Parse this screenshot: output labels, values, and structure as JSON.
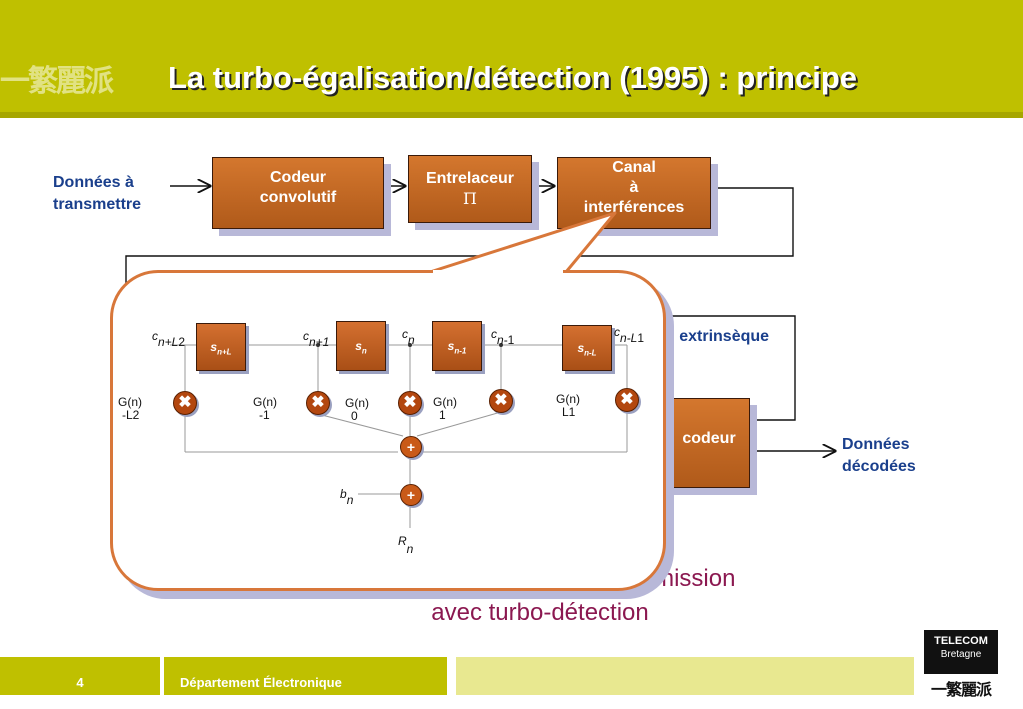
{
  "slide": {
    "title": "La turbo-égalisation/détection (1995) : principe",
    "header_glyphs": "一繁麗派",
    "subtitle_line1": "Modèle de la chaîne de transmission",
    "subtitle_line2": "avec turbo-détection"
  },
  "diagram": {
    "input_label_line1": "Données à",
    "input_label_line2": "transmettre",
    "output_label_line1": "Données",
    "output_label_line2": "décodées",
    "coder_line1": "Codeur",
    "coder_line2": "convolutif",
    "interleaver_line1": "Entrelaceur",
    "interleaver_line2": "Π",
    "channel_line1": "Canal",
    "channel_line2": "à",
    "channel_line3": "interférences",
    "decoder_fragment": "codeur",
    "extrinsic_fragment": "n extrinsèque"
  },
  "channel_model": {
    "registers": [
      {
        "base": "s",
        "sub": "n+L"
      },
      {
        "base": "s",
        "sub": "n"
      },
      {
        "base": "s",
        "sub": "n-1"
      },
      {
        "base": "s",
        "sub": "n-L"
      }
    ],
    "input_labels": [
      {
        "main": "c",
        "index": "n+L",
        "extra": "2"
      },
      {
        "main": "c",
        "index": "n+1",
        "extra": ""
      },
      {
        "main": "c",
        "index": "n",
        "extra": ""
      },
      {
        "main": "c",
        "index": "n",
        "extra": "-1"
      },
      {
        "main": "c",
        "index": "n-L",
        "extra": "1"
      }
    ],
    "coeff_labels": [
      {
        "top": "G(n)",
        "bottom": "-L2"
      },
      {
        "top": "G(n)",
        "bottom": "-1"
      },
      {
        "top": "G(n)",
        "bottom": "0"
      },
      {
        "top": "G(n)",
        "bottom": "1"
      },
      {
        "top": "G(n)",
        "bottom": "L1"
      }
    ],
    "noise_label": {
      "main": "b",
      "index": "n"
    },
    "output_label": {
      "main": "R",
      "index": "n"
    },
    "mult_symbol": "✖",
    "add_symbol": "+"
  },
  "footer": {
    "page_number": "4",
    "department": "Département Électronique",
    "logo_line1": "TELECOM",
    "logo_line2": "Bretagne",
    "logo_glyphs": "一繁麗派"
  },
  "colors": {
    "header": "#bfc000",
    "box": "#c0651f",
    "label_blue": "#1a3f8c",
    "subtitle": "#8b1850"
  }
}
